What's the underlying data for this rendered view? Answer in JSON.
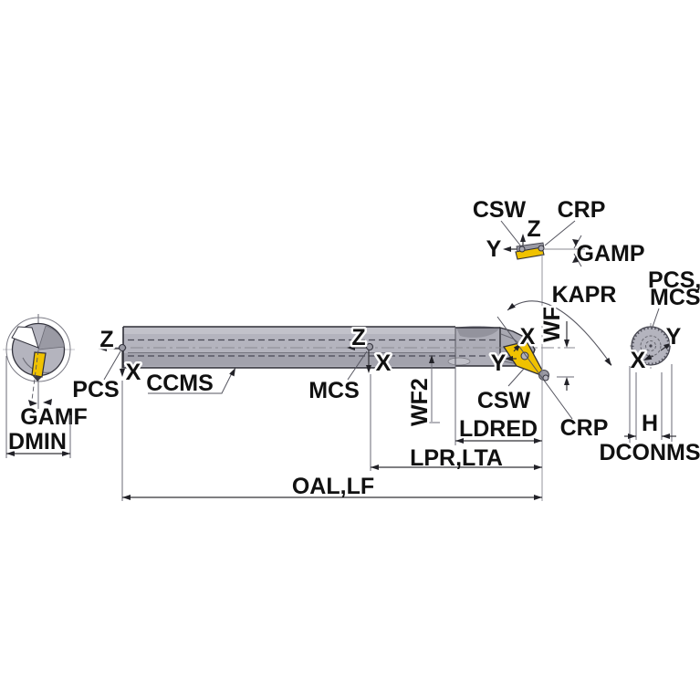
{
  "colors": {
    "background": "#ffffff",
    "tool_body": "#b4b4be",
    "tool_body_dark": "#a2a2ac",
    "tool_neck": "#adadb7",
    "tool_head": "#a8a8b2",
    "insert_yellow": "#f0c200",
    "outline": "#2e2e36",
    "dimension_line": "#333338"
  },
  "labels": {
    "front_view": {
      "pcs": "PCS",
      "gamf": "GAMF",
      "dmin": "DMIN"
    },
    "side_view": {
      "z_pcs": "Z",
      "x_pcs": "X",
      "ccms": "CCMS",
      "z_mcs": "Z",
      "x_mcs": "X",
      "mcs": "MCS",
      "wf2": "WF2",
      "wf": "WF",
      "kapr": "KAPR",
      "x_tip": "X",
      "y_tip": "Y",
      "csw_tip": "CSW",
      "crp_tip": "CRP"
    },
    "insert_detail": {
      "csw": "CSW",
      "crp": "CRP",
      "z": "Z",
      "y": "Y",
      "gamp": "GAMP"
    },
    "dimensions": {
      "ldred": "LDRED",
      "lpr_lta": "LPR,LTA",
      "oal_lf": "OAL,LF"
    },
    "end_view": {
      "pcs_mcs_1": "PCS,",
      "pcs_mcs_2": "MCS",
      "y": "Y",
      "x": "X",
      "h": "H",
      "dconms": "DCONMS"
    }
  }
}
